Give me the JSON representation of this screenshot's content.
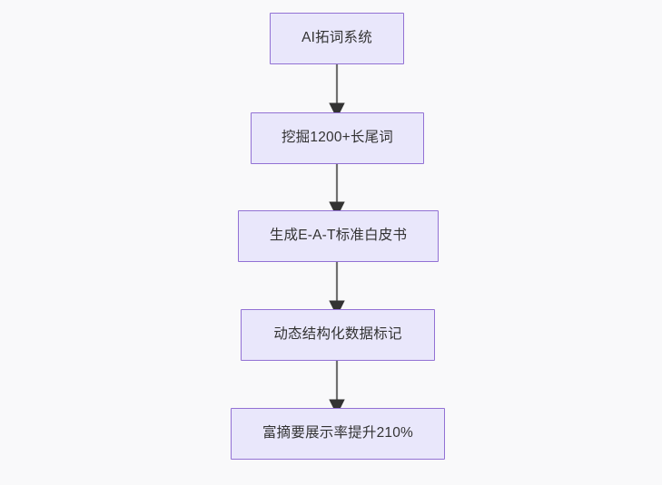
{
  "diagram": {
    "type": "flowchart",
    "orientation": "top-to-bottom",
    "background_color": "#f9f9fa",
    "node_fill_color": "#e9e7fb",
    "node_border_color": "#9271d4",
    "node_text_color": "#333333",
    "connector_color": "#707070",
    "arrowhead_color": "#333333",
    "nodes": [
      {
        "id": "node-0",
        "label": "AI拓词系统"
      },
      {
        "id": "node-1",
        "label": "挖掘1200+长尾词"
      },
      {
        "id": "node-2",
        "label": "生成E-A-T标准白皮书"
      },
      {
        "id": "node-3",
        "label": "动态结构化数据标记"
      },
      {
        "id": "node-4",
        "label": "富摘要展示率提升210%"
      }
    ],
    "edges": [
      {
        "id": "edge-0",
        "from": "node-0",
        "to": "node-1",
        "label": ""
      },
      {
        "id": "edge-1",
        "from": "node-1",
        "to": "node-2",
        "label": ""
      },
      {
        "id": "edge-2",
        "from": "node-2",
        "to": "node-3",
        "label": ""
      },
      {
        "id": "edge-3",
        "from": "node-3",
        "to": "node-4",
        "label": ""
      }
    ]
  }
}
